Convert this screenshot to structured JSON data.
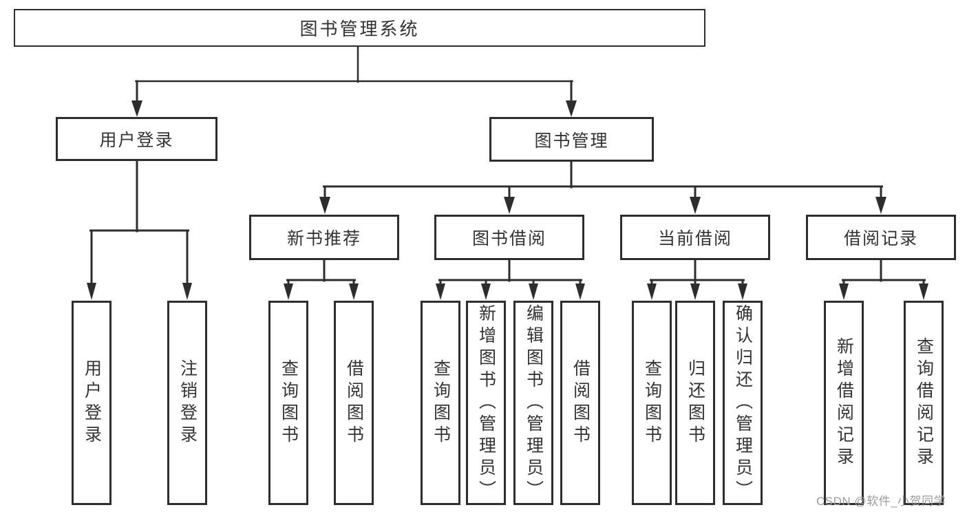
{
  "tree": {
    "label": "图书管理系统",
    "children": [
      {
        "label": "用户登录",
        "children": [
          {
            "label": "用户登录"
          },
          {
            "label": "注销登录"
          }
        ]
      },
      {
        "label": "图书管理",
        "children": [
          {
            "label": "新书推荐",
            "children": [
              {
                "label": "查询图书"
              },
              {
                "label": "借阅图书"
              }
            ]
          },
          {
            "label": "图书借阅",
            "children": [
              {
                "label": "查询图书"
              },
              {
                "label": "新增图书（管理员）"
              },
              {
                "label": "编辑图书（管理员）"
              },
              {
                "label": "借阅图书"
              }
            ]
          },
          {
            "label": "当前借阅",
            "children": [
              {
                "label": "查询图书"
              },
              {
                "label": "归还图书"
              },
              {
                "label": "确认归还（管理员）"
              }
            ]
          },
          {
            "label": "借阅记录",
            "children": [
              {
                "label": "新增借阅记录"
              },
              {
                "label": "查询借阅记录"
              }
            ]
          }
        ]
      }
    ]
  },
  "watermark": {
    "text": "CSDN @软件_小贺同学"
  },
  "colors": {
    "line": "#2d2d2d",
    "text": "#333333",
    "watermark": "#9c9ca0",
    "bg": "#ffffff"
  }
}
